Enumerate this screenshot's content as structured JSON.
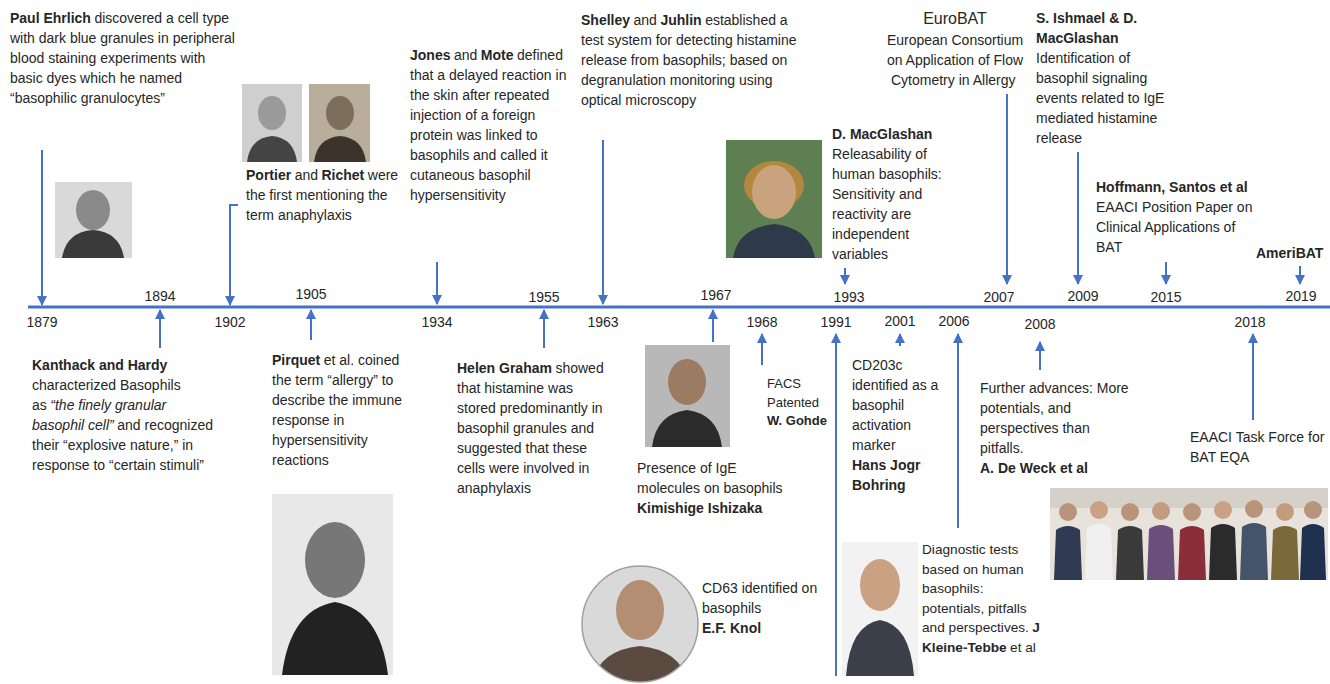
{
  "diagram": {
    "labels": [
      "Paul Ehrlich",
      "discovered a cell type with dark blue granules in peripheral blood staining experiments with basic dyes which he named “basophilic granulocytes”",
      "Kanthack and Hardy",
      "characterized Basophils as",
      "“the finely granular basophil cell”",
      "and recognized their “explosive nature,” in response to “certain stimuli”",
      "Portier",
      "and",
      "Richet",
      "were the first mentioning the term anaphylaxis",
      "Pirquet",
      "et al. coined the term “allergy” to describe the immune response in hypersensitivity reactions",
      "Jones",
      "and",
      "Mote",
      "defined that a delayed reaction in the skin after repeated injection of a foreign protein was linked to basophils and called it cutaneous basophil hypersensitivity",
      "Helen Graham",
      "showed that histamine was stored predominantly in basophil granules and suggested that these cells were involved in anaphylaxis",
      "Shelley",
      "and",
      "Juhlin",
      "established a test system for detecting histamine release from basophils; based on degranulation monitoring using optical microscopy",
      "Presence of IgE molecules on basophils",
      "Kimishige Ishizaka",
      "FACS Patented",
      "W. Gohde",
      "CD63 identified on basophils",
      "E.F. Knol",
      "D. MacGlashan",
      "Releasability of human basophils: Sensitivity and reactivity are independent variables",
      "CD203c identified as a basophil activation marker",
      "Hans Jogr Bohring",
      "Diagnostic tests based on human basophils: potentials, pitfalls and perspectives.",
      "J Kleine-Tebbe",
      "et al",
      "EuroBAT",
      "European Consortium on Application of Flow Cytometry in Allergy",
      "S. Ishmael & D. MacGlashan",
      "Identification of basophil signaling events related to IgE mediated histamine release",
      "Further advances: More potentials, and perspectives than pitfalls.",
      "A. De Weck et al",
      "Hoffmann, Santos et al",
      "EAACI Position Paper on Clinical Applications of BAT",
      "AmeriBAT",
      "EAACI Task Force for BAT EQA",
      "1879",
      "1894",
      "1902",
      "1905",
      "1934",
      "1955",
      "1963",
      "1967",
      "1968",
      "1991",
      "1993",
      "2001",
      "2006",
      "2007",
      "2008",
      "2009",
      "2015",
      "2018",
      "2019"
    ]
  }
}
